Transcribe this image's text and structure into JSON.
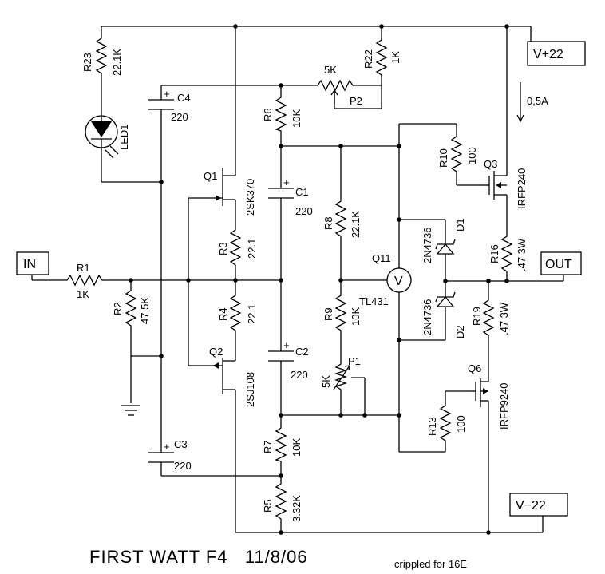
{
  "title": "FIRST WATT F4   11/8/06",
  "note": "crippled for 16E",
  "ports": {
    "in": "IN",
    "out": "OUT",
    "vpos": "V+22",
    "vneg": "V−22"
  },
  "current": "0,5A",
  "components": {
    "R1": {
      "ref": "R1",
      "value": "1K"
    },
    "R2": {
      "ref": "R2",
      "value": "47.5K"
    },
    "R3": {
      "ref": "R3",
      "value": "22.1"
    },
    "R4": {
      "ref": "R4",
      "value": "22.1"
    },
    "R5": {
      "ref": "R5",
      "value": "3.32K"
    },
    "R6": {
      "ref": "R6",
      "value": "10K"
    },
    "R7": {
      "ref": "R7",
      "value": "10K"
    },
    "R8": {
      "ref": "R8",
      "value": "22.1K"
    },
    "R9": {
      "ref": "R9",
      "value": "10K"
    },
    "R10": {
      "ref": "R10",
      "value": "100"
    },
    "R13": {
      "ref": "R13",
      "value": "100"
    },
    "R16": {
      "ref": "R16",
      "value": ".47 3W"
    },
    "R19": {
      "ref": "R19",
      "value": ".47 3W"
    },
    "R22": {
      "ref": "R22",
      "value": "1K"
    },
    "R23": {
      "ref": "R23",
      "value": "22.1K"
    },
    "C1": {
      "ref": "C1",
      "value": "220"
    },
    "C2": {
      "ref": "C2",
      "value": "220"
    },
    "C3": {
      "ref": "C3",
      "value": "220"
    },
    "C4": {
      "ref": "C4",
      "value": "220"
    },
    "P1": {
      "ref": "P1",
      "value": "5K"
    },
    "P2": {
      "ref": "P2",
      "value": "5K"
    },
    "Q1": {
      "ref": "Q1",
      "part": "2SK370"
    },
    "Q2": {
      "ref": "Q2",
      "part": "2SJ108"
    },
    "Q3": {
      "ref": "Q3",
      "part": "IRFP240"
    },
    "Q6": {
      "ref": "Q6",
      "part": "IRFP9240"
    },
    "Q11": {
      "ref": "Q11",
      "part": "TL431",
      "symbol": "V"
    },
    "D1": {
      "ref": "D1",
      "part": "2N4736"
    },
    "D2": {
      "ref": "D2",
      "part": "2N4736"
    },
    "LED1": {
      "ref": "LED1"
    },
    "plus": "+"
  }
}
